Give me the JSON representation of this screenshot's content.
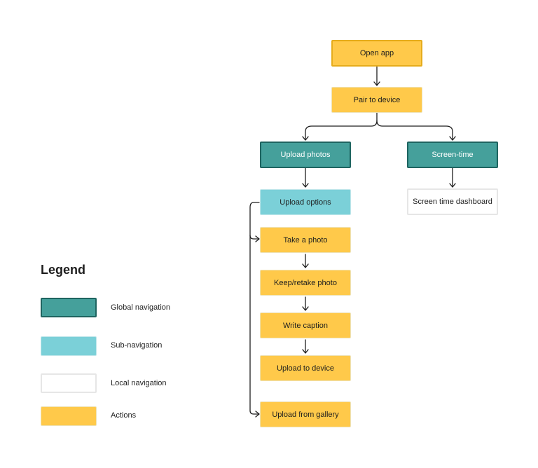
{
  "nodes": {
    "open_app": "Open app",
    "pair_to_device": "Pair to device",
    "upload_photos": "Upload photos",
    "screen_time": "Screen-time",
    "upload_options": "Upload options",
    "screen_time_dashboard": "Screen time dashboard",
    "take_a_photo": "Take a photo",
    "keep_retake_photo": "Keep/retake photo",
    "write_caption": "Write caption",
    "upload_to_device": "Upload to device",
    "upload_from_gallery": "Upload from gallery"
  },
  "legend": {
    "title": "Legend",
    "items": [
      {
        "label": "Global navigation",
        "color": "#45a09b",
        "border": "#1e6460"
      },
      {
        "label": "Sub-navigation",
        "color": "#7bd0d8",
        "border": "#bfe6ea"
      },
      {
        "label": "Local navigation",
        "color": "#ffffff",
        "border": "#e6e6e6"
      },
      {
        "label": "Actions",
        "color": "#ffc94a",
        "border": "#eee2b6"
      }
    ]
  }
}
